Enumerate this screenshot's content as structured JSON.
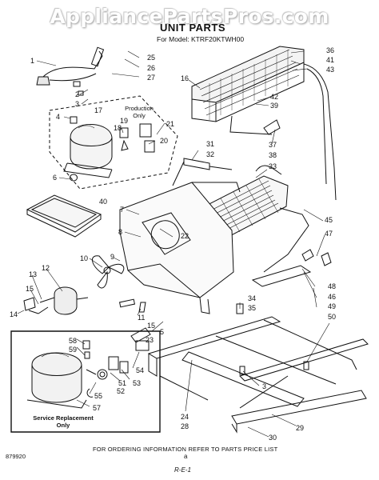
{
  "watermark": "AppliancePartsPros.com",
  "header": {
    "title": "UNIT PARTS",
    "model_line": "For Model: KTRF20KTWH00"
  },
  "labels": {
    "production_only": "Production\nOnly",
    "service_replacement": "Service Replacement\nOnly"
  },
  "callouts": [
    {
      "n": "1"
    },
    {
      "n": "2"
    },
    {
      "n": "3"
    },
    {
      "n": "4"
    },
    {
      "n": "6"
    },
    {
      "n": "7"
    },
    {
      "n": "8"
    },
    {
      "n": "9"
    },
    {
      "n": "10"
    },
    {
      "n": "11"
    },
    {
      "n": "12"
    },
    {
      "n": "13"
    },
    {
      "n": "14"
    },
    {
      "n": "15"
    },
    {
      "n": "15"
    },
    {
      "n": "16"
    },
    {
      "n": "17"
    },
    {
      "n": "18"
    },
    {
      "n": "19"
    },
    {
      "n": "20"
    },
    {
      "n": "21"
    },
    {
      "n": "22"
    },
    {
      "n": "23"
    },
    {
      "n": "24"
    },
    {
      "n": "25"
    },
    {
      "n": "26"
    },
    {
      "n": "27"
    },
    {
      "n": "28"
    },
    {
      "n": "29"
    },
    {
      "n": "30"
    },
    {
      "n": "31"
    },
    {
      "n": "32"
    },
    {
      "n": "33"
    },
    {
      "n": "34"
    },
    {
      "n": "35"
    },
    {
      "n": "36"
    },
    {
      "n": "37"
    },
    {
      "n": "38"
    },
    {
      "n": "39"
    },
    {
      "n": "40"
    },
    {
      "n": "41"
    },
    {
      "n": "42"
    },
    {
      "n": "43"
    },
    {
      "n": "45"
    },
    {
      "n": "46"
    },
    {
      "n": "47"
    },
    {
      "n": "48"
    },
    {
      "n": "49"
    },
    {
      "n": "50"
    },
    {
      "n": "51"
    },
    {
      "n": "52"
    },
    {
      "n": "53"
    },
    {
      "n": "54"
    },
    {
      "n": "55"
    },
    {
      "n": "57"
    },
    {
      "n": "58"
    },
    {
      "n": "59"
    },
    {
      "n": "5"
    },
    {
      "n": "3"
    }
  ],
  "footer": {
    "ordering_note": "FOR ORDERING INFORMATION REFER TO PARTS PRICE LIST",
    "figure_number": "879920",
    "page_letter": "a",
    "page_mark": "R-E-1"
  }
}
